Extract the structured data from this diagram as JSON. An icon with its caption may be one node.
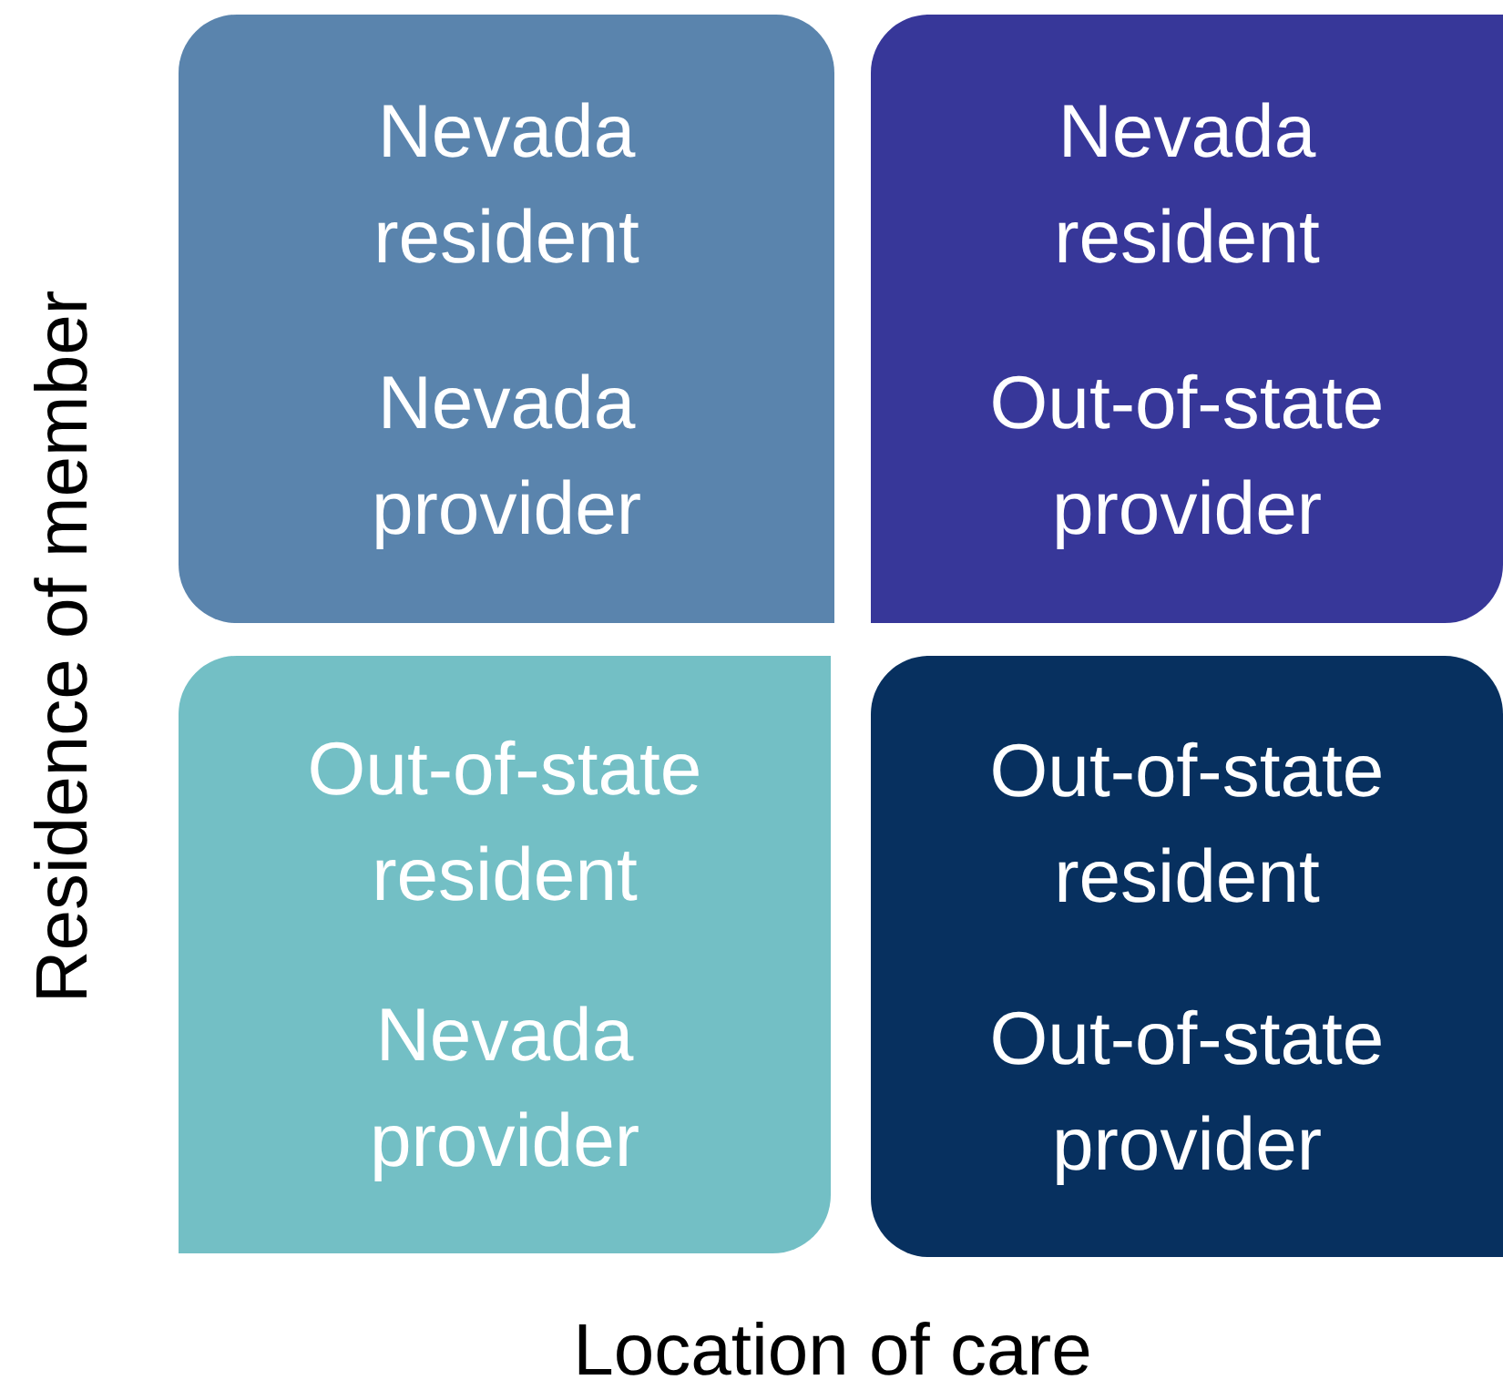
{
  "diagram": {
    "nodes": [
      {
        "text": [
          "Nevada resident",
          "Nevada provider"
        ]
      },
      {
        "text": [
          "Nevada resident",
          "Out-of-state provider"
        ]
      },
      {
        "text": [
          "Out-of-state resident",
          "Nevada provider"
        ]
      },
      {
        "text": [
          "Out-of-state resident",
          "Out-of-state provider"
        ]
      }
    ],
    "edges": [],
    "labels": [
      "Residence of member",
      "Location of care"
    ]
  }
}
